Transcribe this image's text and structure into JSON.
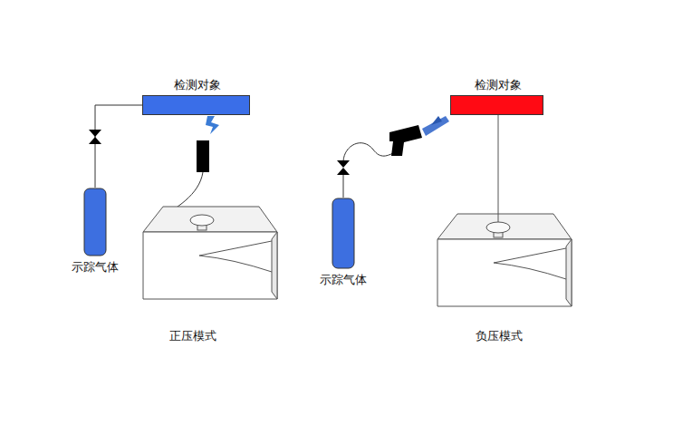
{
  "diagram": {
    "nodes": [
      {
        "text": [
          "检测对象"
        ]
      },
      {
        "text": [
          "示踪气体"
        ]
      },
      {
        "text": [
          "检测对象"
        ]
      },
      {
        "text": [
          "示踪气体"
        ]
      }
    ],
    "edges": [
      {
        "from": 1,
        "to": 0,
        "arrow": "none"
      }
    ],
    "labels": [
      "正压模式",
      "负压模式"
    ]
  }
}
